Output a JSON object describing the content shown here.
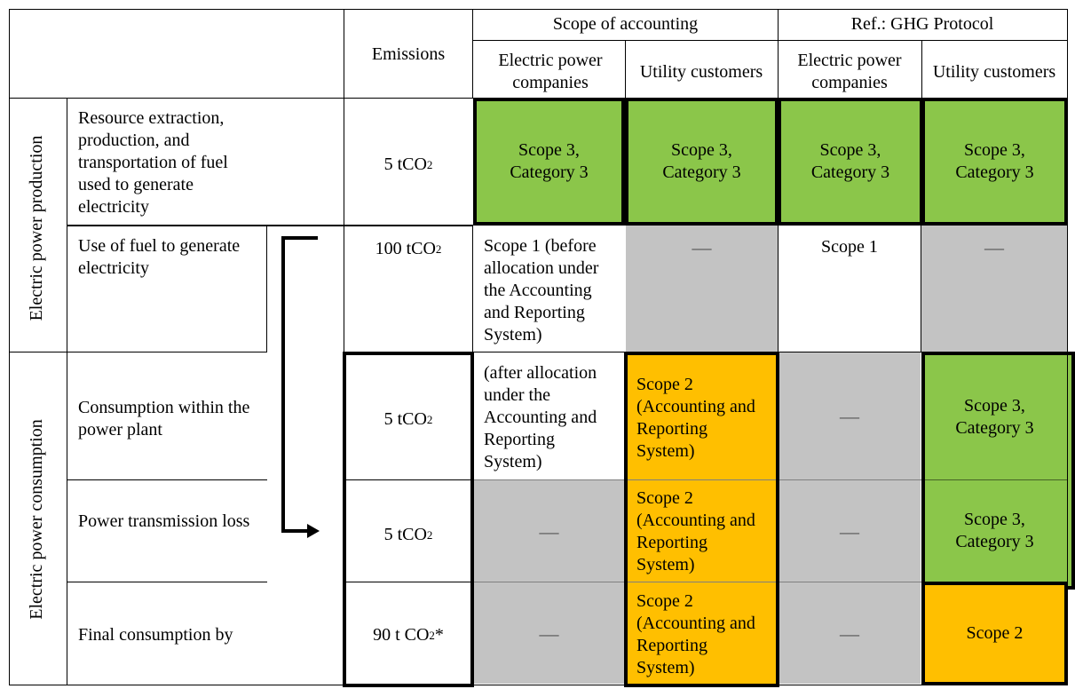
{
  "header": {
    "emissions": "Emissions",
    "scope_group": "Scope of accounting",
    "ref_group": "Ref.: GHG Protocol",
    "col_epc": "Electric power companies",
    "col_uc": "Utility customers"
  },
  "sections": {
    "production": "Electric power production",
    "consumption": "Electric power consumption"
  },
  "rows": {
    "extraction": {
      "label": "Resource extraction, production, and transportation of fuel used to generate electricity",
      "emissions": "5 tCO",
      "sub": "2",
      "scope_epc": "Scope 3, Category 3",
      "scope_uc": "Scope 3, Category 3",
      "ref_epc": "Scope 3, Category 3",
      "ref_uc": "Scope 3, Category 3"
    },
    "fuel_use": {
      "label": "Use of fuel to generate electricity",
      "emissions": "100 tCO",
      "sub": "2",
      "scope_epc": "Scope 1 (before allocation under the Accounting and Reporting System)",
      "scope_uc": "—",
      "ref_epc": "Scope 1",
      "ref_uc": "—"
    },
    "plant": {
      "label": "Consumption within the power plant",
      "emissions": "5 tCO",
      "sub": "2",
      "scope_epc": "(after allocation under the Accounting and Reporting System)",
      "scope_uc": "Scope 2 (Accounting and Reporting System)",
      "ref_epc": "—",
      "ref_uc": "Scope 3, Category 3"
    },
    "transmission": {
      "label": "Power transmission loss",
      "emissions": "5 tCO",
      "sub": "2",
      "scope_epc": "—",
      "scope_uc": "Scope 2 (Accounting and Reporting System)",
      "ref_epc": "—",
      "ref_uc": "Scope 3, Category 3"
    },
    "final": {
      "label": "Final consumption by",
      "emissions": "90 t CO",
      "sub": "2",
      "suffix": " *",
      "scope_epc": "—",
      "scope_uc": "Scope 2 (Accounting and Reporting System)",
      "ref_epc": "—",
      "ref_uc": "Scope 2"
    }
  },
  "colors": {
    "green": "#8bc64a",
    "gray": "#c3c3c3",
    "orange": "#ffbf00"
  }
}
